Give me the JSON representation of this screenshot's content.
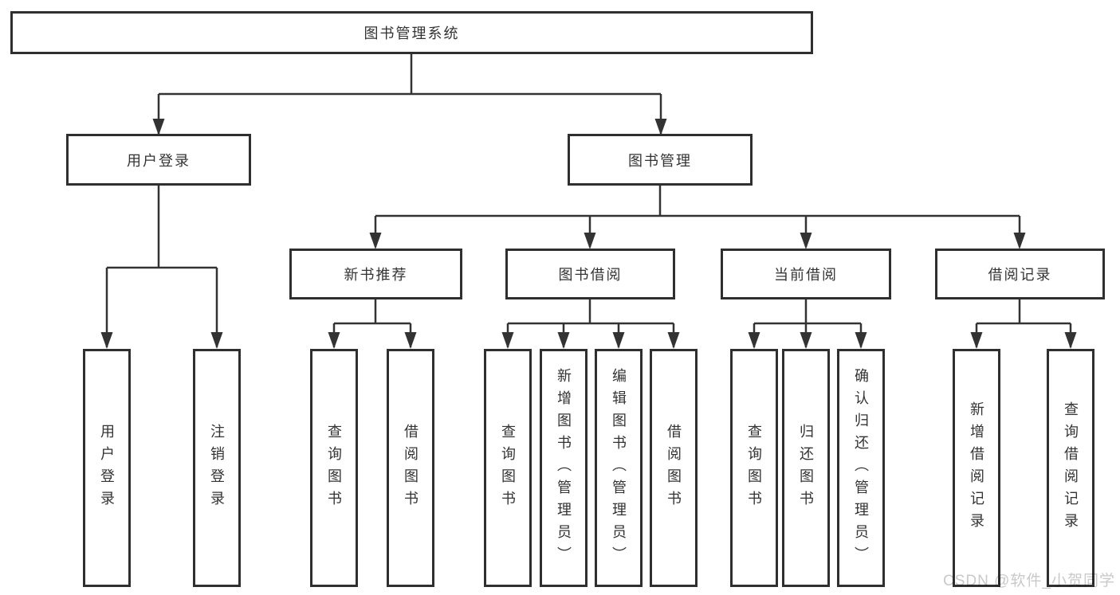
{
  "tree": {
    "label": "图书管理系统",
    "children": [
      {
        "label": "用户登录",
        "children": [
          {
            "label": "用户登录"
          },
          {
            "label": "注销登录"
          }
        ]
      },
      {
        "label": "图书管理",
        "children": [
          {
            "label": "新书推荐",
            "children": [
              {
                "label": "查询图书"
              },
              {
                "label": "借阅图书"
              }
            ]
          },
          {
            "label": "图书借阅",
            "children": [
              {
                "label": "查询图书"
              },
              {
                "label": "新增图书（管理员）"
              },
              {
                "label": "编辑图书（管理员）"
              },
              {
                "label": "借阅图书"
              }
            ]
          },
          {
            "label": "当前借阅",
            "children": [
              {
                "label": "查询图书"
              },
              {
                "label": "归还图书"
              },
              {
                "label": "确认归还（管理员）"
              }
            ]
          },
          {
            "label": "借阅记录",
            "children": [
              {
                "label": "新增借阅记录"
              },
              {
                "label": "查询借阅记录"
              }
            ]
          }
        ]
      }
    ]
  },
  "watermark": {
    "text": "CSDN @软件_小贺同学"
  },
  "colors": {
    "line": "#333333",
    "border": "#2f2f2f",
    "text": "#333333",
    "background": "#ffffff",
    "watermark": "#c9c9c9"
  }
}
